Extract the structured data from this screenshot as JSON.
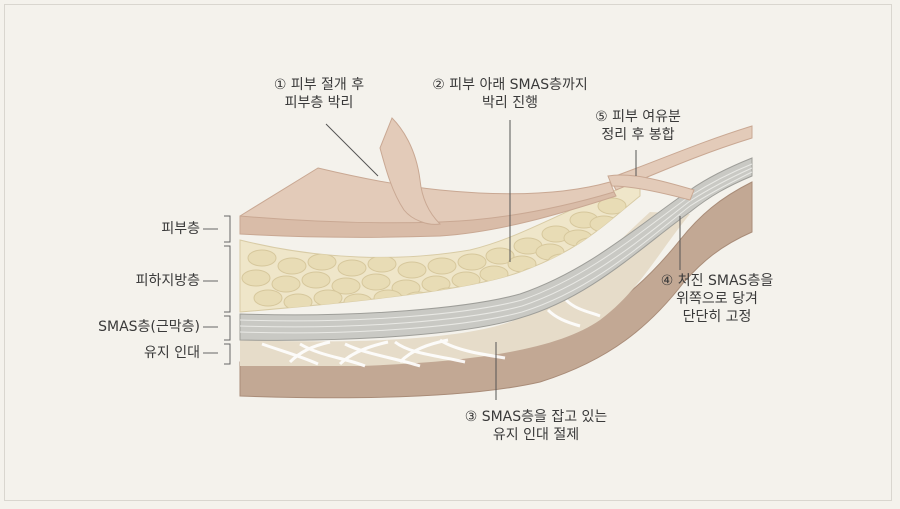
{
  "layer_labels": {
    "skin": "피부층",
    "fat": "피하지방층",
    "smas": "SMAS층(근막층)",
    "ligament": "유지 인대"
  },
  "steps": {
    "step1": [
      "① 피부 절개 후",
      "피부층 박리"
    ],
    "step2": [
      "② 피부 아래 SMAS층까지",
      "박리 진행"
    ],
    "step3": [
      "③ SMAS층을 잡고 있는",
      "유지 인대 절제"
    ],
    "step4": [
      "④ 처진 SMAS층을",
      "위쪽으로 당겨",
      "단단히 고정"
    ],
    "step5": [
      "⑤ 피부 여유분",
      "정리 후 봉합"
    ]
  },
  "colors": {
    "background": "#f4f2ec",
    "skin": "#e3cbb9",
    "skin_edge": "#c9a893",
    "fat": "#efe6c9",
    "fat_cell": "#e8dcb5",
    "smas": "#c9c9c4",
    "ligament_bg": "#e6dcc9",
    "muscle": "#c2a894",
    "line": "#555555"
  }
}
